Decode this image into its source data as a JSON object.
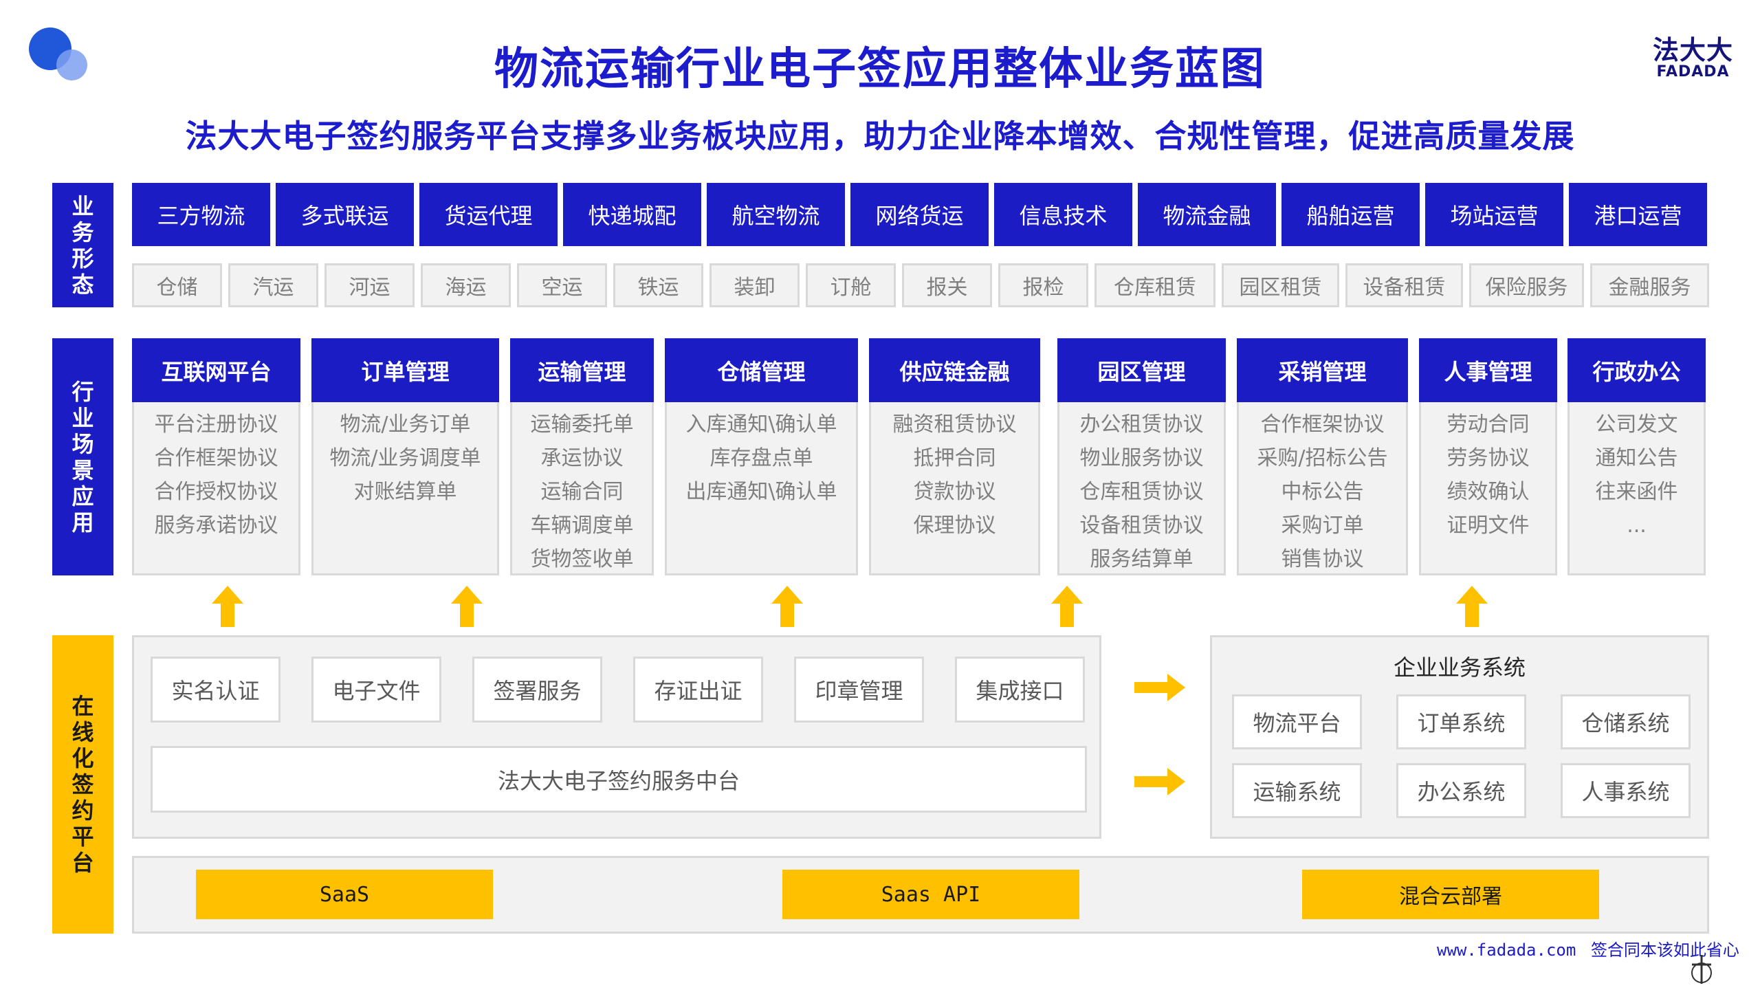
{
  "header": {
    "title": "物流运输行业电子签应用整体业务蓝图",
    "subtitle": "法大大电子签约服务平台支撑多业务板块应用，助力企业降本增效、合规性管理，促进高质量发展"
  },
  "logo": {
    "cn": "法大大",
    "en": "FADADA"
  },
  "side_labels": {
    "business_form": [
      "业",
      "务",
      "形",
      "态"
    ],
    "scenarios": [
      "行",
      "业",
      "场",
      "景",
      "应",
      "用"
    ],
    "platform": [
      "在",
      "线",
      "化",
      "签",
      "约",
      "平",
      "台"
    ]
  },
  "business_forms": [
    "三方物流",
    "多式联运",
    "货运代理",
    "快递城配",
    "航空物流",
    "网络货运",
    "信息技术",
    "物流金融",
    "船舶运营",
    "场站运营",
    "港口运营"
  ],
  "services_tags": [
    "仓储",
    "汽运",
    "河运",
    "海运",
    "空运",
    "铁运",
    "装卸",
    "订舱",
    "报关",
    "报检",
    "仓库租赁",
    "园区租赁",
    "设备租赁",
    "保险服务",
    "金融服务"
  ],
  "scenarios": [
    {
      "title": "互联网平台",
      "items": [
        "平台注册协议",
        "合作框架协议",
        "合作授权协议",
        "服务承诺协议"
      ]
    },
    {
      "title": "订单管理",
      "items": [
        "物流/业务订单",
        "物流/业务调度单",
        "对账结算单"
      ]
    },
    {
      "title": "运输管理",
      "items": [
        "运输委托单",
        "承运协议",
        "运输合同",
        "车辆调度单",
        "货物签收单"
      ]
    },
    {
      "title": "仓储管理",
      "items": [
        "入库通知\\确认单",
        "库存盘点单",
        "出库通知\\确认单"
      ]
    },
    {
      "title": "供应链金融",
      "items": [
        "融资租赁协议",
        "抵押合同",
        "贷款协议",
        "保理协议"
      ]
    },
    {
      "title": "园区管理",
      "items": [
        "办公租赁协议",
        "物业服务协议",
        "仓库租赁协议",
        "设备租赁协议",
        "服务结算单"
      ]
    },
    {
      "title": "采销管理",
      "items": [
        "合作框架协议",
        "采购/招标公告",
        "中标公告",
        "采购订单",
        "销售协议"
      ]
    },
    {
      "title": "人事管理",
      "items": [
        "劳动合同",
        "劳务协议",
        "绩效确认",
        "证明文件"
      ]
    },
    {
      "title": "行政办公",
      "items": [
        "公司发文",
        "通知公告",
        "往来函件",
        "..."
      ]
    }
  ],
  "platform": {
    "services": [
      "实名认证",
      "电子文件",
      "签署服务",
      "存证出证",
      "印章管理",
      "集成接口"
    ],
    "middle": "法大大电子签约服务中台"
  },
  "enterprise": {
    "title": "企业业务系统",
    "systems": [
      "物流平台",
      "订单系统",
      "仓储系统",
      "运输系统",
      "办公系统",
      "人事系统"
    ]
  },
  "deployment": [
    "SaaS",
    "Saas API",
    "混合云部署"
  ],
  "footer": {
    "site": "www.fadada.com",
    "slogan": "签合同本该如此省心"
  },
  "colors": {
    "primary_blue": "#1c1cc4",
    "accent_yellow": "#ffc000",
    "gray_fill": "#f2f2f2",
    "gray_border": "#d9d9d9"
  }
}
